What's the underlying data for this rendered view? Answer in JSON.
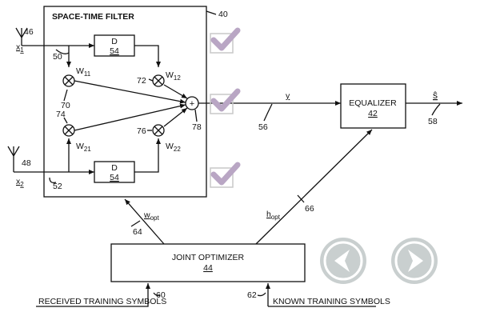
{
  "filter": {
    "title": "SPACE-TIME FILTER",
    "ref": "40"
  },
  "antennas": {
    "top": {
      "ref": "46",
      "signal": "x",
      "sub": "1",
      "line_ref": "50"
    },
    "bottom": {
      "ref": "48",
      "signal": "x",
      "sub": "2",
      "line_ref": "52"
    }
  },
  "delay_top": {
    "label": "D",
    "ref": "54"
  },
  "delay_bottom": {
    "label": "D",
    "ref": "54"
  },
  "weights": {
    "w11": {
      "label": "W",
      "sub": "11",
      "ref": "70"
    },
    "w12": {
      "label": "W",
      "sub": "12",
      "ref": "72"
    },
    "w21": {
      "label": "W",
      "sub": "21",
      "ref": "74"
    },
    "w22": {
      "label": "W",
      "sub": "22",
      "ref": "76"
    }
  },
  "summer": {
    "symbol": "+",
    "ref": "78"
  },
  "output": {
    "label": "y",
    "ref": "56"
  },
  "equalizer": {
    "label": "EQUALIZER",
    "ref": "42",
    "out_label": "ŝ",
    "out_ref": "58"
  },
  "optimizer": {
    "label": "JOINT OPTIMIZER",
    "ref": "44"
  },
  "w_opt": {
    "label": "w",
    "sub": "opt",
    "ref": "64"
  },
  "h_opt": {
    "label": "h",
    "sub": "opt",
    "ref": "66"
  },
  "inputs": {
    "received": {
      "label": "RECEIVED TRAINING SYMBOLS",
      "ref": "60"
    },
    "known": {
      "label": "KNOWN TRAINING SYMBOLS",
      "ref": "62"
    }
  },
  "nav": {
    "back_icon": "chevron-left-icon",
    "forward_icon": "chevron-right-icon",
    "color": "#c9cfcf"
  },
  "checkmarks": {
    "count": 3,
    "color": "#b9a6c4"
  }
}
